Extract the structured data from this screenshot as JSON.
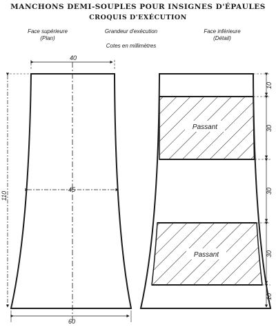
{
  "title": "MANCHONS DEMI-SOUPLES POUR INSIGNES D'ÉPAULES",
  "subtitle": "CROQUIS D'EXÉCUTION",
  "headers": {
    "left_line1": "Face supérieure",
    "left_line2": "(Plan)",
    "middle_line1": "Grandeur d'exécution",
    "middle_line2": "Cotes en millimètres",
    "right_line1": "Face inférieure",
    "right_line2": "(Détail)"
  },
  "dimensions": {
    "top_width": "40",
    "mid_width": "45",
    "bottom_width": "60",
    "height": "110",
    "seg1": "10",
    "seg2": "30",
    "seg3": "30",
    "seg4": "30",
    "seg5": "10"
  },
  "labels": {
    "passant_upper": "Passant",
    "passant_lower": "Passant"
  }
}
